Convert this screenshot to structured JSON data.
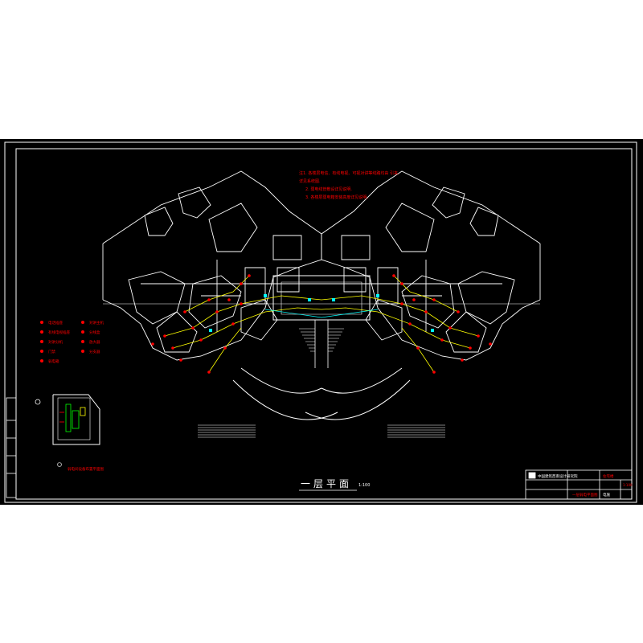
{
  "drawing": {
    "title_main": "一层平面",
    "title_scale": "1:100",
    "background": "#000000",
    "frame_color": "#ffffff",
    "wall_color": "#ffffff",
    "wiring_color": "#ffff00",
    "device_color": "#ff0000",
    "accent_color": "#00ffff",
    "detail_color": "#00ff00"
  },
  "notes": {
    "lines": [
      "注1. 各楼层电信、有线电视、可视对讲等线路均由  引来.",
      "      详见系统图.",
      "2. 弱电线管敷设详见说明.",
      "3. 各楼层弱电箱安装高度详见说明."
    ]
  },
  "legend": {
    "items": [
      {
        "symbol": "电话插座"
      },
      {
        "symbol": "有线电视插座"
      },
      {
        "symbol": "对讲分机"
      },
      {
        "symbol": "门禁"
      },
      {
        "symbol": "弱电箱"
      },
      {
        "symbol": "对讲主机"
      },
      {
        "symbol": "分线盒"
      },
      {
        "symbol": "放大器"
      },
      {
        "symbol": "分支器"
      }
    ]
  },
  "detail": {
    "caption": "弱电间设备布置平面图"
  },
  "title_block": {
    "company": "中国建筑西南设计研究院",
    "project": "住宅楼",
    "drawing_name": "一层弱电平面图",
    "drawing_no": "电施",
    "scale": "1:100"
  }
}
